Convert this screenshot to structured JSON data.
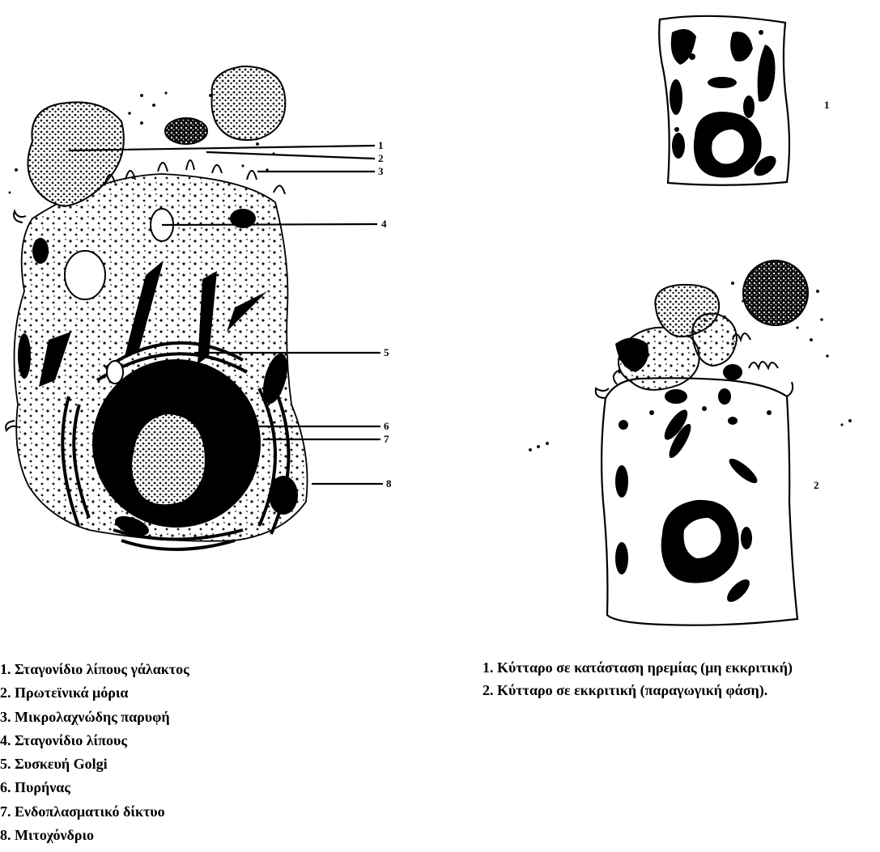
{
  "detailed_cell": {
    "callouts": [
      "1",
      "2",
      "3",
      "4",
      "5",
      "6",
      "7",
      "8"
    ]
  },
  "cell_resting": {
    "label": "1"
  },
  "cell_secreting": {
    "label": "2"
  },
  "legend_left": [
    "1. Σταγονίδιο λίπους γάλακτος",
    "2. Πρωτεϊνικά μόρια",
    "3. Μικρολαχνώδης παρυφή",
    "4. Σταγονίδιο λίπους",
    "5. Συσκευή Golgi",
    "6. Πυρήνας",
    "7. Ενδοπλασματικό δίκτυο",
    "8. Μιτοχόνδριο"
  ],
  "legend_right": [
    "1. Κύτταρο σε κατάσταση ηρεμίας (μη εκκριτική)",
    "2. Κύτταρο σε εκκριτική (παραγωγική φάση)."
  ],
  "colors": {
    "ink": "#000000",
    "paper": "#ffffff",
    "stipple": "#1a1a1a"
  }
}
